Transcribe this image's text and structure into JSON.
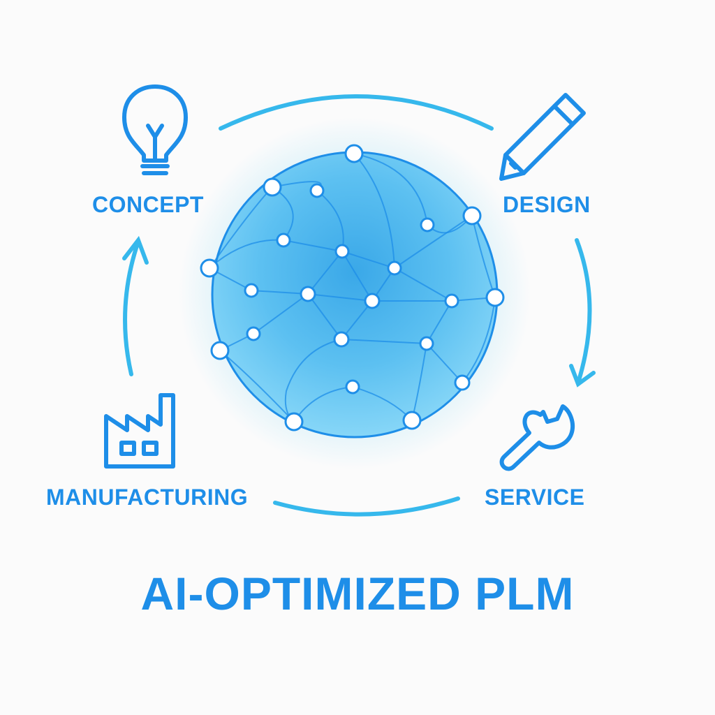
{
  "colors": {
    "primary": "#1e8ee8",
    "accent": "#36b8ec",
    "node_fill": "#ffffff",
    "background": "#fbfbfb"
  },
  "stages": [
    {
      "label": "CONCEPT",
      "icon": "lightbulb-icon"
    },
    {
      "label": "DESIGN",
      "icon": "pencil-icon"
    },
    {
      "label": "SERVICE",
      "icon": "wrench-icon"
    },
    {
      "label": "MANUFACTURING",
      "icon": "factory-icon"
    }
  ],
  "center_graphic": "neural-network-sphere",
  "title": "AI-OPTIMIZED PLM"
}
